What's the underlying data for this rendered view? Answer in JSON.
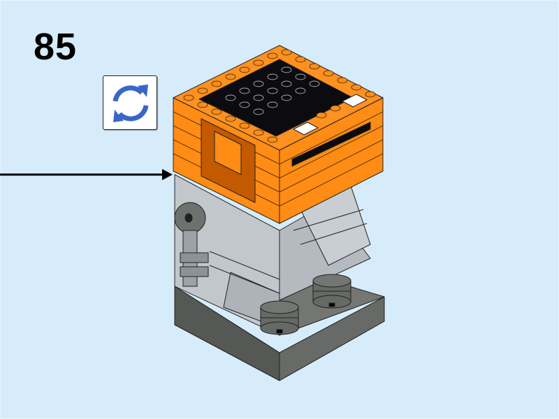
{
  "page": {
    "type": "building-instructions",
    "step_number": "85",
    "background_color": "#d6ecfa"
  },
  "callouts": {
    "rotate_icon": "rotate-model-icon",
    "rotate_icon_color": "#3a66c8",
    "placement_arrow": "arrow-right-icon"
  },
  "model": {
    "description": "brick-built figure, orange head assembly with black studded top, light grey body, dark grey base with two round stacked bricks",
    "colors": {
      "orange": "#ff8c14",
      "dark_orange": "#c35a00",
      "black": "#0b0b10",
      "light_grey": "#b9bec4",
      "dark_grey": "#676a66",
      "white": "#ffffff"
    }
  }
}
